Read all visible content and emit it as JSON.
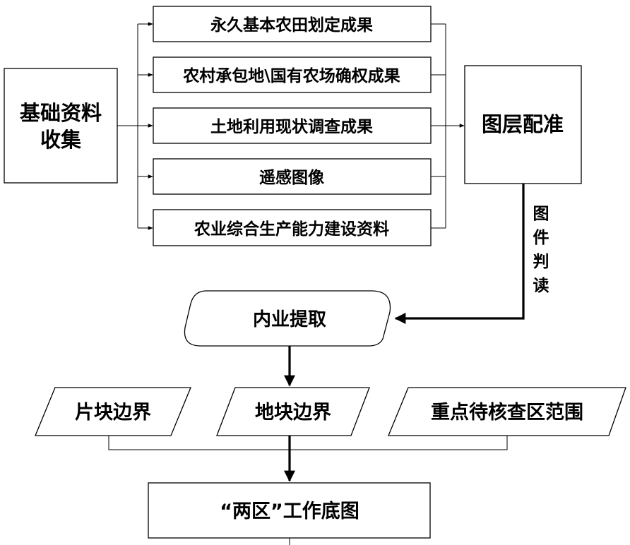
{
  "collection": {
    "line1": "基础资料",
    "line2": "收集"
  },
  "sources": [
    "永久基本农田划定成果",
    "农村承包地\\国有农场确权成果",
    "土地利用现状调查成果",
    "遥感图像",
    "农业综合生产能力建设资料"
  ],
  "registration": "图层配准",
  "interpretation_chars": [
    "图",
    "件",
    "判",
    "读"
  ],
  "extraction": "内业提取",
  "outputs": [
    "片块边界",
    "地块边界",
    "重点待核查区范围"
  ],
  "final": "“两区”工作底图"
}
